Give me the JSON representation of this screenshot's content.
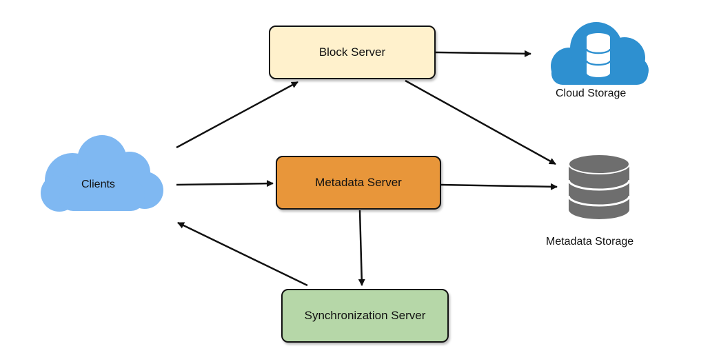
{
  "nodes": {
    "block_server": {
      "label": "Block Server",
      "fill": "#FFF1CC"
    },
    "metadata_server": {
      "label": "Metadata Server",
      "fill": "#E8963A"
    },
    "sync_server": {
      "label": "Synchronization Server",
      "fill": "#B6D7A8"
    },
    "clients": {
      "label": "Clients",
      "fill": "#7FB8F2",
      "icon": "cloud-icon"
    },
    "cloud_storage": {
      "label": "Cloud Storage",
      "fill": "#2E90D0",
      "icon": "cloud-database-icon"
    },
    "metadata_storage": {
      "label": "Metadata Storage",
      "fill": "#6E6E6E",
      "icon": "database-icon"
    }
  },
  "edges": [
    {
      "from": "Clients",
      "to": "Block Server"
    },
    {
      "from": "Clients",
      "to": "Metadata Server"
    },
    {
      "from": "Block Server",
      "to": "Cloud Storage"
    },
    {
      "from": "Block Server",
      "to": "Metadata Storage"
    },
    {
      "from": "Metadata Server",
      "to": "Metadata Storage"
    },
    {
      "from": "Metadata Server",
      "to": "Synchronization Server"
    },
    {
      "from": "Synchronization Server",
      "to": "Clients"
    }
  ]
}
